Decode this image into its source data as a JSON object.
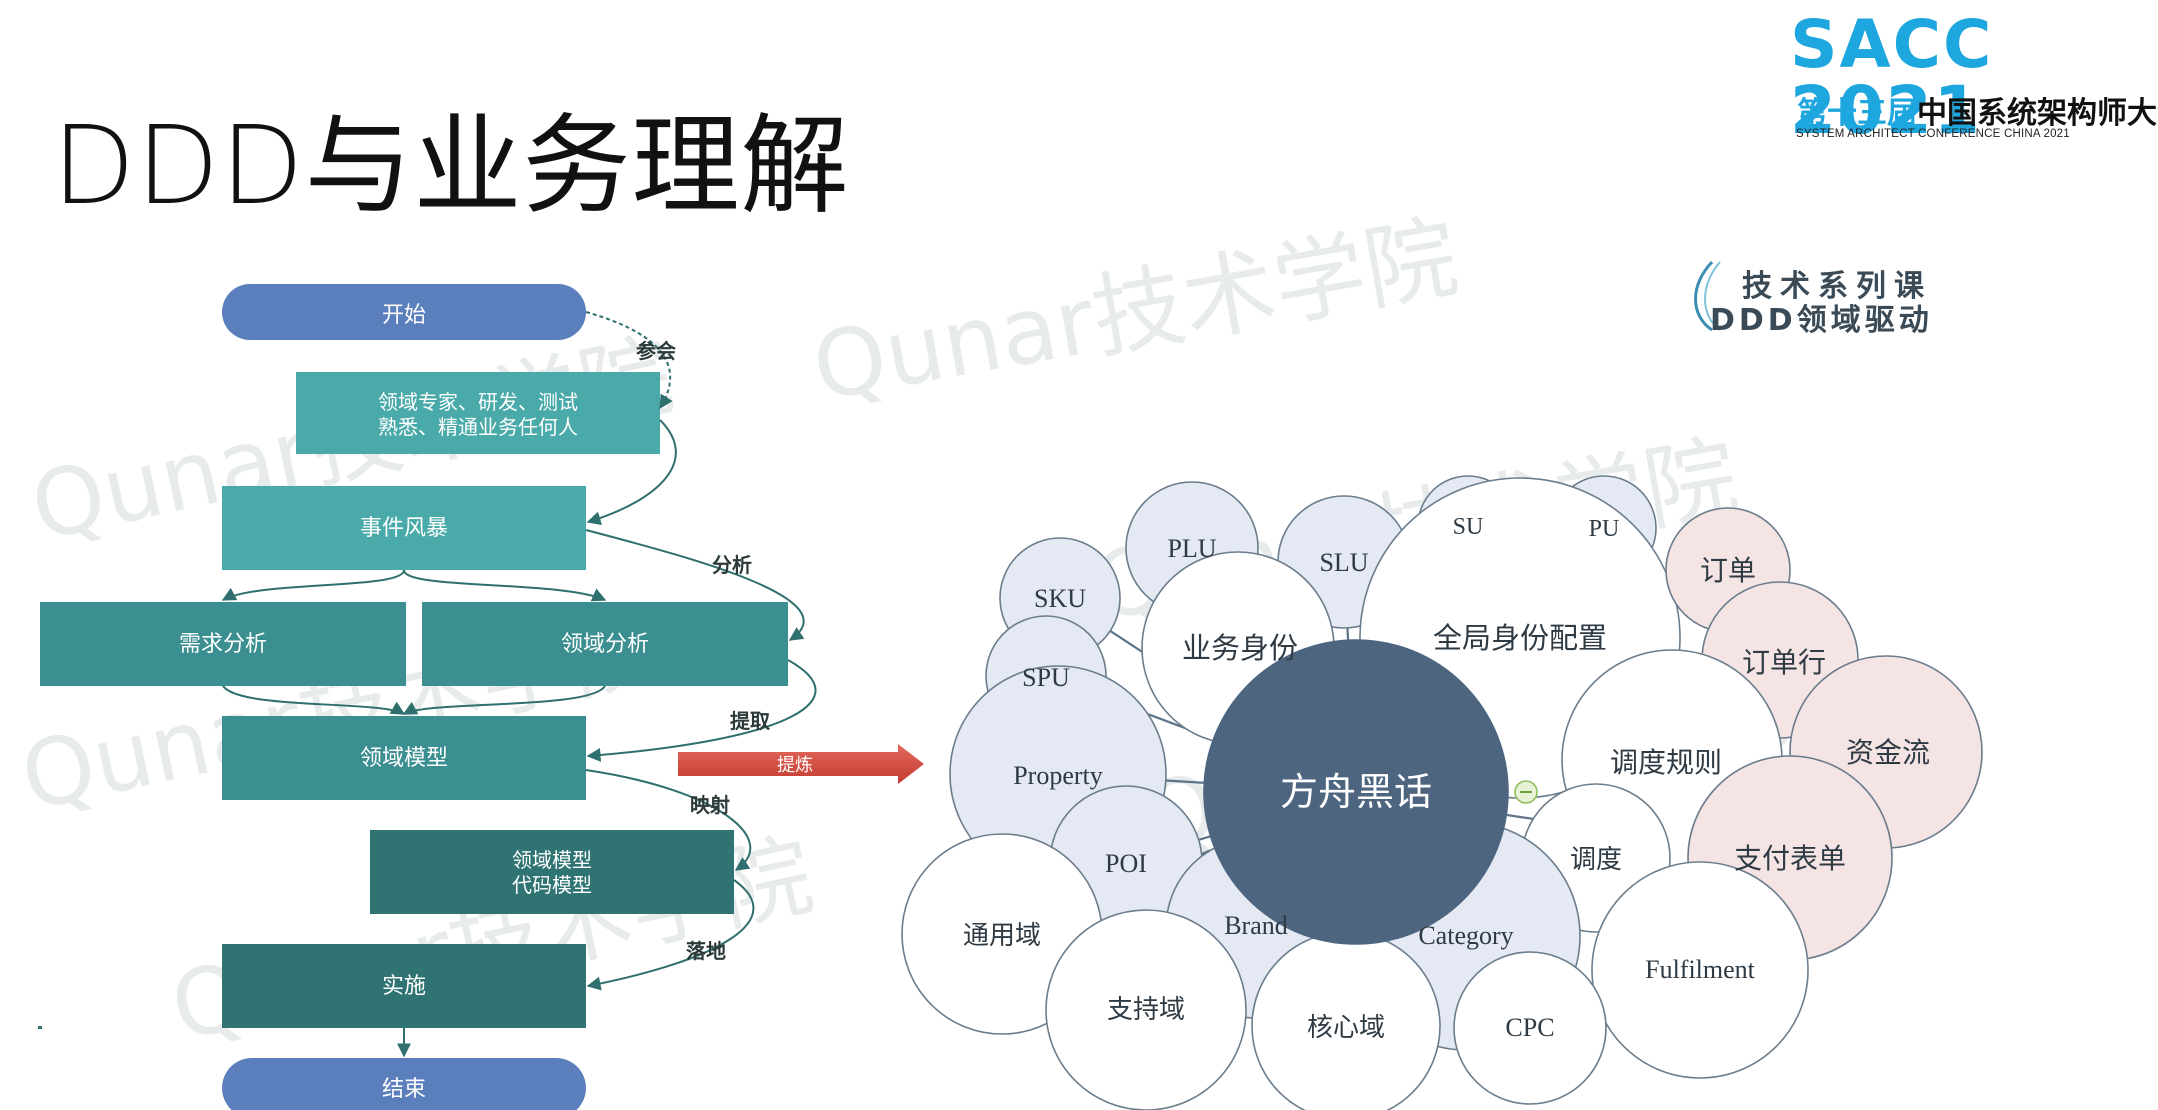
{
  "slide": {
    "title": "DDD与业务理解"
  },
  "logo": {
    "main": "SACC 2021",
    "cn_prefix": "第十三届",
    "cn_main": "中国系统架构师大会",
    "en": "SYSTEM ARCHITECT CONFERENCE CHINA 2021",
    "accent": "#1ea6df"
  },
  "badge": {
    "line1": "技术系列课",
    "line2": "DDD领域驱动"
  },
  "watermark": "Qunar技术学院",
  "flow": {
    "nodes": {
      "start": "开始",
      "participants": [
        "领域专家、研发、测试",
        "熟悉、精通业务任何人"
      ],
      "event_storming": "事件风暴",
      "requirement_analysis": "需求分析",
      "domain_analysis": "领域分析",
      "domain_model": "领域模型",
      "code_model": [
        "领域模型",
        "代码模型"
      ],
      "implement": "实施",
      "end": "结束"
    },
    "edge_labels": {
      "join": "参会",
      "analyze": "分析",
      "extract": "提取",
      "map": "映射",
      "land": "落地"
    },
    "refine_label": "提炼",
    "colors": {
      "pill": "#5b7fbd",
      "teal1": "#4aaaa9",
      "teal2": "#3c8f90",
      "teal3": "#2f7473",
      "arrow": "#d9413a"
    }
  },
  "bubble_map": {
    "center": "方舟黑话",
    "bubbles": {
      "plu": "PLU",
      "slu": "SLU",
      "su": "SU",
      "pu": "PU",
      "sku": "SKU",
      "biz_identity": "业务身份",
      "global_identity": "全局身份配置",
      "order": "订单",
      "order_line": "订单行",
      "spu": "SPU",
      "property": "Property",
      "schedule_rule": "调度规则",
      "fund_flow": "资金流",
      "poi": "POI",
      "schedule": "调度",
      "payment_form": "支付表单",
      "general_domain": "通用域",
      "brand": "Brand",
      "category": "Category",
      "fulfilment": "Fulfilment",
      "support_domain": "支持域",
      "core_domain": "核心域",
      "cpc": "CPC"
    },
    "colors": {
      "center": "#4e6580",
      "blue_fill": "#e4e9f3",
      "pink_fill": "#f5e4e4",
      "stroke": "#6b7d8c"
    }
  }
}
